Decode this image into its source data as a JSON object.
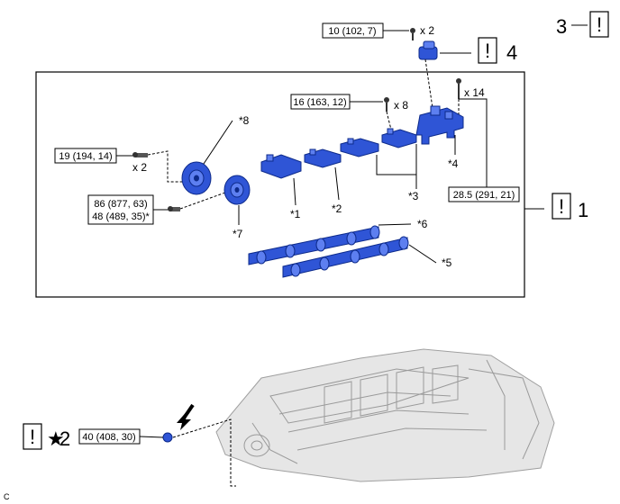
{
  "torque_specs": {
    "t1": "10 (102, 7)",
    "t2": "16 (163, 12)",
    "t3": "19 (194, 14)",
    "t4a": "86 (877, 63)",
    "t4b": "48 (489, 35)*",
    "t5": "28.5 (291, 21)",
    "t6": "40 (408, 30)"
  },
  "quantities": {
    "q1": "x 2",
    "q2": "x 8",
    "q3": "x 2",
    "q4": "x 14"
  },
  "part_labels": {
    "p1": "*1",
    "p2": "*2",
    "p3": "*3",
    "p4": "*4",
    "p5": "*5",
    "p6": "*6",
    "p7": "*7",
    "p8": "*8"
  },
  "step_numbers": {
    "s1": "1",
    "s2": "2",
    "s3": "3",
    "s4": "4"
  },
  "symbols": {
    "caution": "!",
    "star": "★"
  },
  "corner_code": "C"
}
